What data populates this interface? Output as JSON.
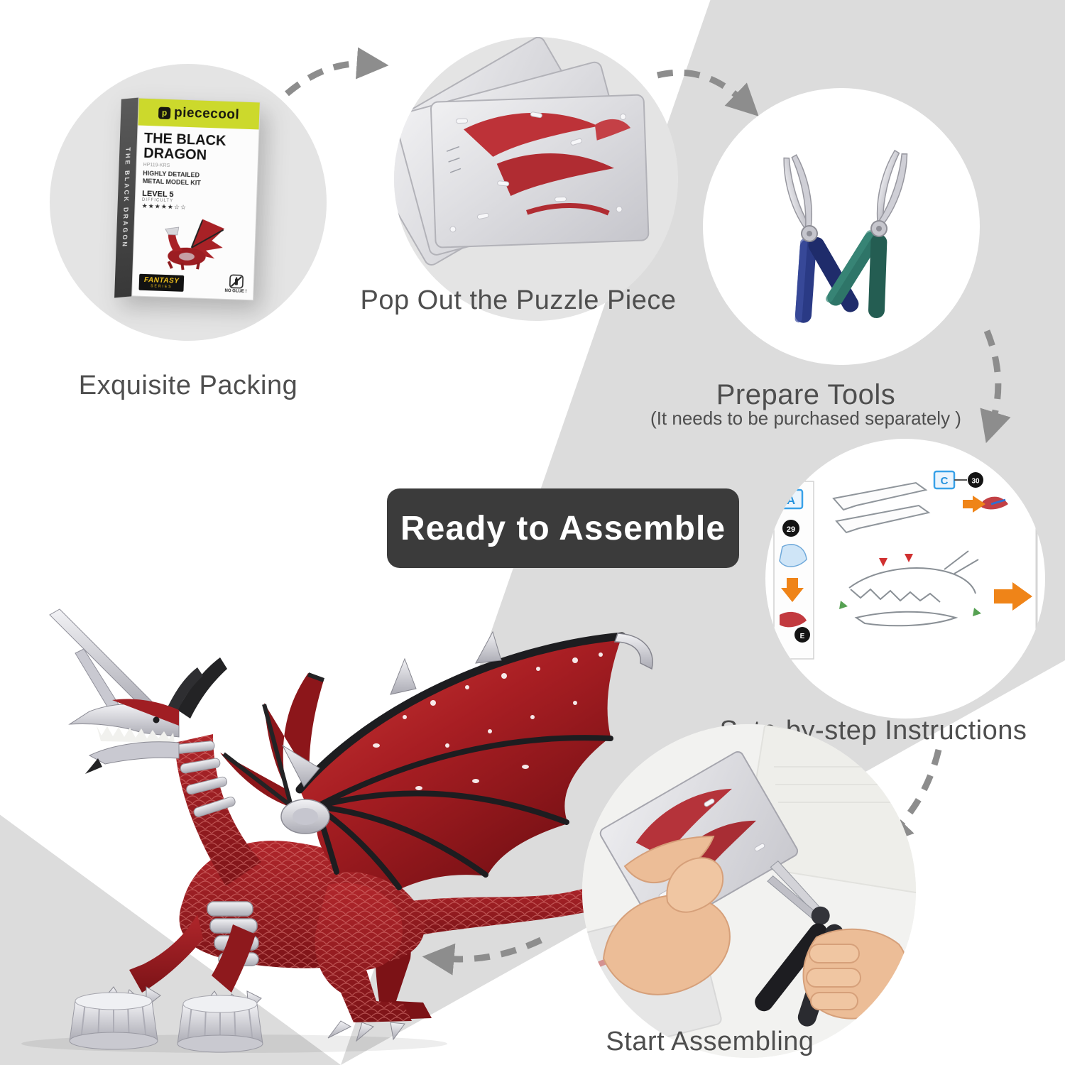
{
  "steps": {
    "packing": {
      "label": "Exquisite Packing"
    },
    "pop_out": {
      "label": "Pop Out the Puzzle Piece"
    },
    "tools": {
      "label": "Prepare Tools",
      "note": "(It needs to be purchased separately )"
    },
    "instructions": {
      "label": "Setp-by-step Instructions"
    },
    "assembling": {
      "label": "Start Assembling"
    }
  },
  "badge": {
    "label": "Ready to Assemble"
  },
  "box": {
    "brand": "piececool",
    "brand_initial": "p",
    "title_line1": "THE BLACK",
    "title_line2": "DRAGON",
    "sku": "HP119-KRS",
    "detail_line1": "HIGHLY DETAILED",
    "detail_line2": "METAL MODEL KIT",
    "level": "LEVEL 5",
    "difficulty": "DIFFICULTY",
    "stars": "★★★★★☆☆",
    "series": "FANTASY",
    "series_sub": "SERIES",
    "no_glue": "NO GLUE !",
    "spine_text": "THE BLACK DRAGON"
  },
  "manual": {
    "label_a": "A",
    "step_29": "29",
    "label_c": "C",
    "step_30": "30",
    "label_e": "E"
  },
  "colors": {
    "band_gray": "#dcdcdc",
    "circle_gray": "#e4e4e4",
    "arrow_gray": "#8d8d8d",
    "badge_dark": "#3b3b3b",
    "brand_green": "#ccd92c",
    "dragon_red": "#a81e23",
    "accent_orange": "#ef8418",
    "accent_blue": "#38a1e8"
  }
}
